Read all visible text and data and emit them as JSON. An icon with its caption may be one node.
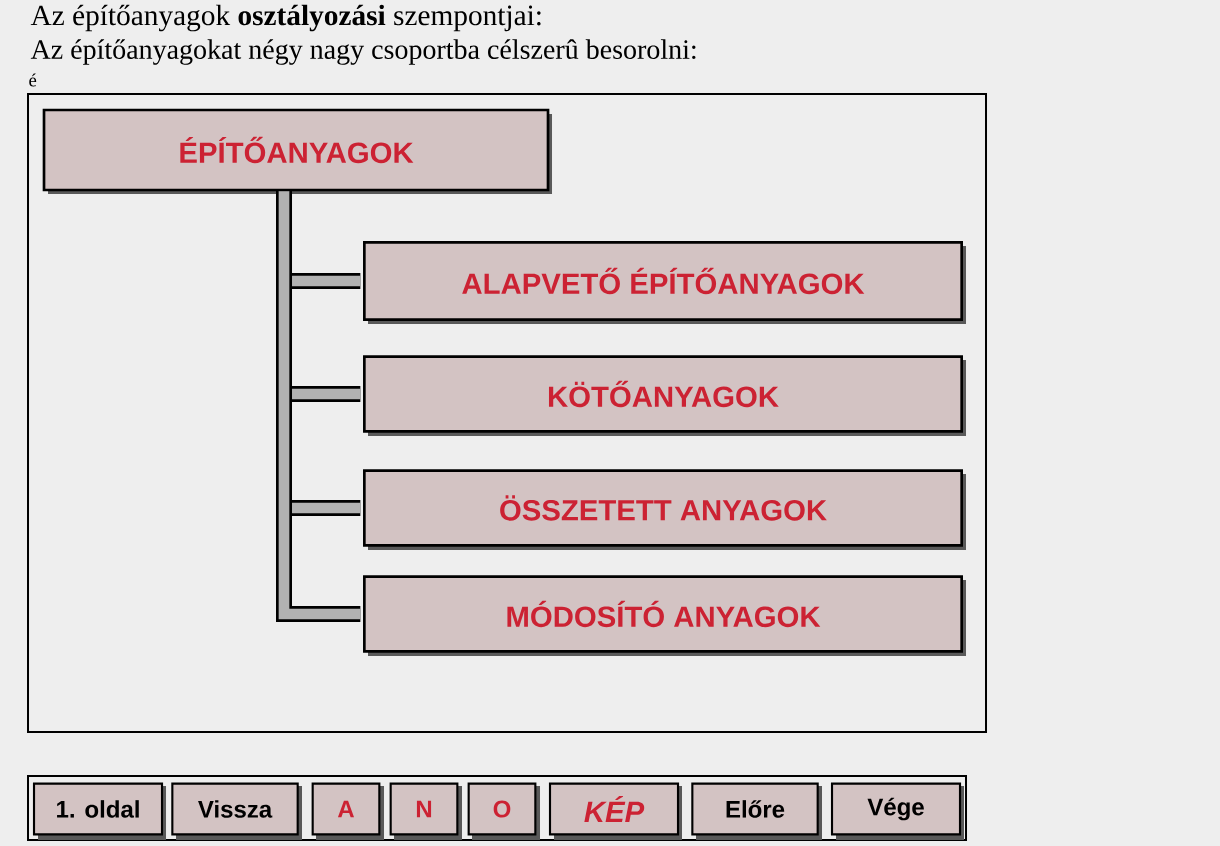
{
  "diagram": {
    "title": "Az építőanyagok **osztályozási** szempontjai:",
    "nodes": [
      {
        "text": [
          "ÉPÍTŐANYAGOK"
        ]
      },
      {
        "text": [
          "ALAPVETŐ ÉPÍTŐANYAGOK"
        ]
      },
      {
        "text": [
          "KÖTŐANYAGOK"
        ]
      },
      {
        "text": [
          "ÖSSZETETT ANYAGOK"
        ]
      },
      {
        "text": [
          "MÓDOSÍTÓ ANYAGOK"
        ]
      }
    ],
    "edges": [
      {
        "from": 0,
        "to": 1,
        "arrow": "none"
      },
      {
        "from": 0,
        "to": 2,
        "arrow": "none"
      },
      {
        "from": 0,
        "to": 3,
        "arrow": "none"
      },
      {
        "from": 0,
        "to": 4,
        "arrow": "none"
      }
    ],
    "labels": [
      "Az építőanyagokat négy nagy csoportba célszerû besorolni:",
      "é",
      "1. oldal",
      "Vissza",
      "A",
      "N",
      "O",
      "KÉP",
      "Előre",
      "Vége"
    ]
  }
}
